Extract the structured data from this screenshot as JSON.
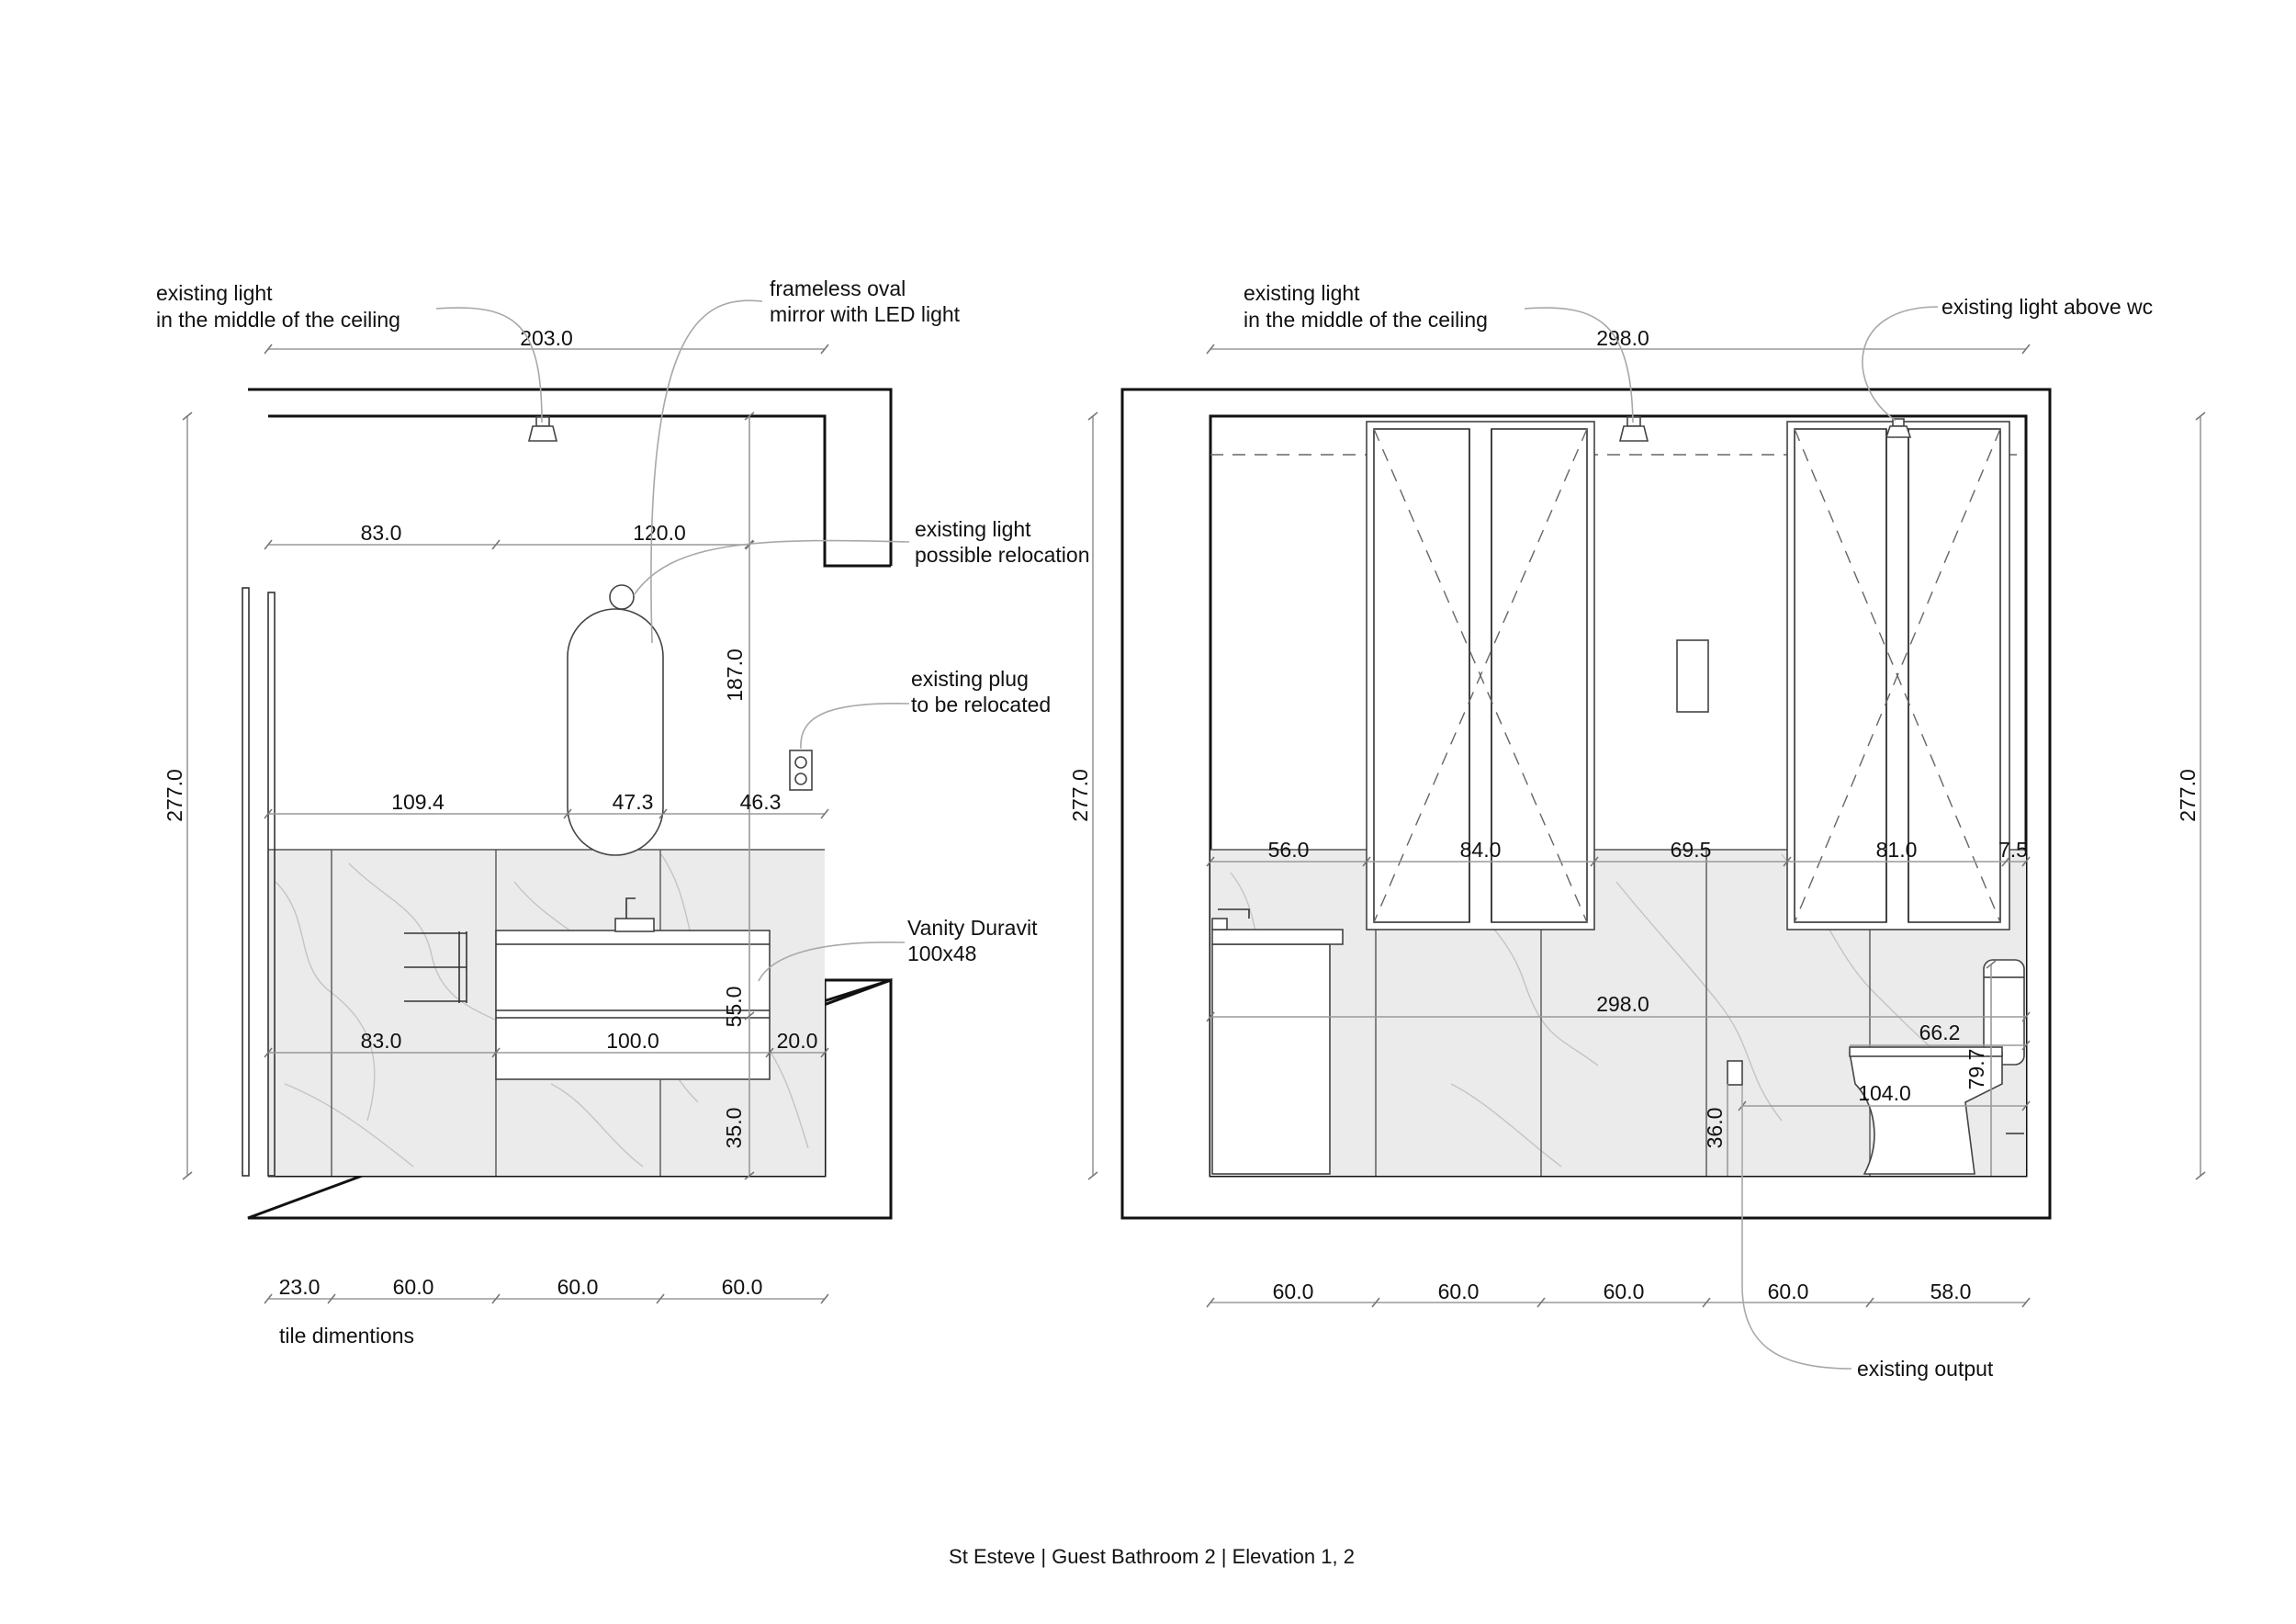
{
  "title": "St Esteve | Guest Bathroom 2 | Elevation 1, 2",
  "colors": {
    "ink": "#111111",
    "dimension_line": "#9a9a9a",
    "marble_tile": "#ebebeb"
  },
  "elevation_1": {
    "labels": {
      "light_ceiling_1": "existing light",
      "light_ceiling_2": "in the middle of the ceiling",
      "mirror_1": "frameless oval",
      "mirror_2": "mirror with LED light",
      "relocate_light_1": "existing light",
      "relocate_light_2": "possible relocation",
      "plug_1": "existing plug",
      "plug_2": "to be relocated",
      "vanity_1": "Vanity Duravit",
      "vanity_2": "100x48",
      "tile_caption": "tile dimentions"
    },
    "dims": {
      "overall_width": "203.0",
      "height": "277.0",
      "left_to_light": "83.0",
      "light_to_wall": "120.0",
      "light_height": "187.0",
      "left_to_mirror": "109.4",
      "mirror_width": "47.3",
      "mirror_to_wall": "46.3",
      "vanity_left": "83.0",
      "vanity_width": "100.0",
      "vanity_right": "20.0",
      "vanity_height": "55.0",
      "vanity_floor": "35.0"
    },
    "tiles": [
      "23.0",
      "60.0",
      "60.0",
      "60.0"
    ]
  },
  "elevation_2": {
    "labels": {
      "light_ceiling_1": "existing light",
      "light_ceiling_2": "in the middle of the ceiling",
      "light_wc": "existing light above wc",
      "output": "existing output"
    },
    "dims": {
      "overall_width": "298.0",
      "height_left": "277.0",
      "height_right": "277.0",
      "seg_1": "56.0",
      "seg_2": "84.0",
      "seg_3": "69.5",
      "seg_4": "81.0",
      "seg_5": "7.5",
      "mid_width": "298.0",
      "wc_width": "66.2",
      "wc_height": "79.7",
      "output_offset": "104.0",
      "output_height": "36.0"
    },
    "tiles": [
      "60.0",
      "60.0",
      "60.0",
      "60.0",
      "58.0"
    ]
  }
}
